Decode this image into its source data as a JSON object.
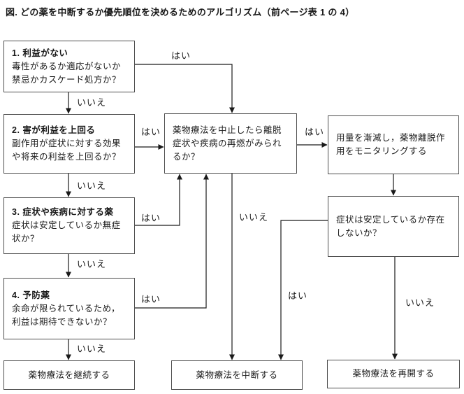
{
  "title": "図. どの薬を中断するか優先順位を決めるためのアルゴリズム（前ページ表 1 の 4）",
  "nodes": {
    "n1": {
      "title": "1. 利益がない",
      "body": "毒性があるか適応がないか禁忌かカスケード処方か？"
    },
    "n2": {
      "title": "2. 害が利益を上回る",
      "body": "副作用が症状に対する効果や将来の利益を上回るか？"
    },
    "n3": {
      "title": "3. 症状や疾病に対する薬",
      "body": "症状は安定しているか無症状か？"
    },
    "n4": {
      "title": "4. 予防薬",
      "body": "余命が限られているため，利益は期待できないか？"
    },
    "withdraw_check": {
      "body": "薬物療法を中止したら離脱症状や疾病の再燃がみられるか？"
    },
    "taper": {
      "body": "用量を漸減し，薬物離脱作用をモニタリングする"
    },
    "stable_check": {
      "body": "症状は安定しているか存在しないか？"
    },
    "continue_therapy": {
      "label": "薬物療法を継続する"
    },
    "discontinue_therapy": {
      "label": "薬物療法を中断する"
    },
    "restart_therapy": {
      "label": "薬物療法を再開する"
    }
  },
  "edge_labels": {
    "yes": "はい",
    "no": "いいえ"
  },
  "colors": {
    "line": "#1a1a1a",
    "box_border": "#4d4d4d",
    "text": "#1a1a1a",
    "background": "#ffffff"
  }
}
